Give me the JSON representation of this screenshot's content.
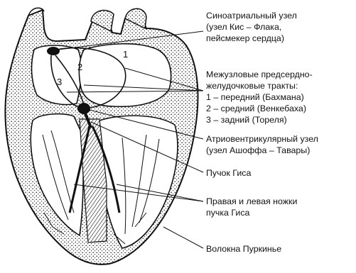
{
  "labels": {
    "sa_node": [
      "Синоатриальный узел",
      "(узел Кис – Флака,",
      "пейсмекер сердца)"
    ],
    "tracts": {
      "heading": [
        "Межузловые предсердно-",
        "желудочковые тракты:"
      ],
      "items": [
        "1 – передний (Бахмана)",
        "2 – средний (Венкебаха)",
        "3 – задний (Тореля)"
      ]
    },
    "av_node": [
      "Атриовентрикулярный узел",
      "(узел Ашоффа – Тавары)"
    ],
    "his_bundle": "Пучок Гиса",
    "bundle_branches": [
      "Правая и левая ножки",
      "пучка Гиса"
    ],
    "purkinje": "Волокна Пуркинье"
  },
  "diagram_numbers": [
    "1",
    "2",
    "3"
  ]
}
